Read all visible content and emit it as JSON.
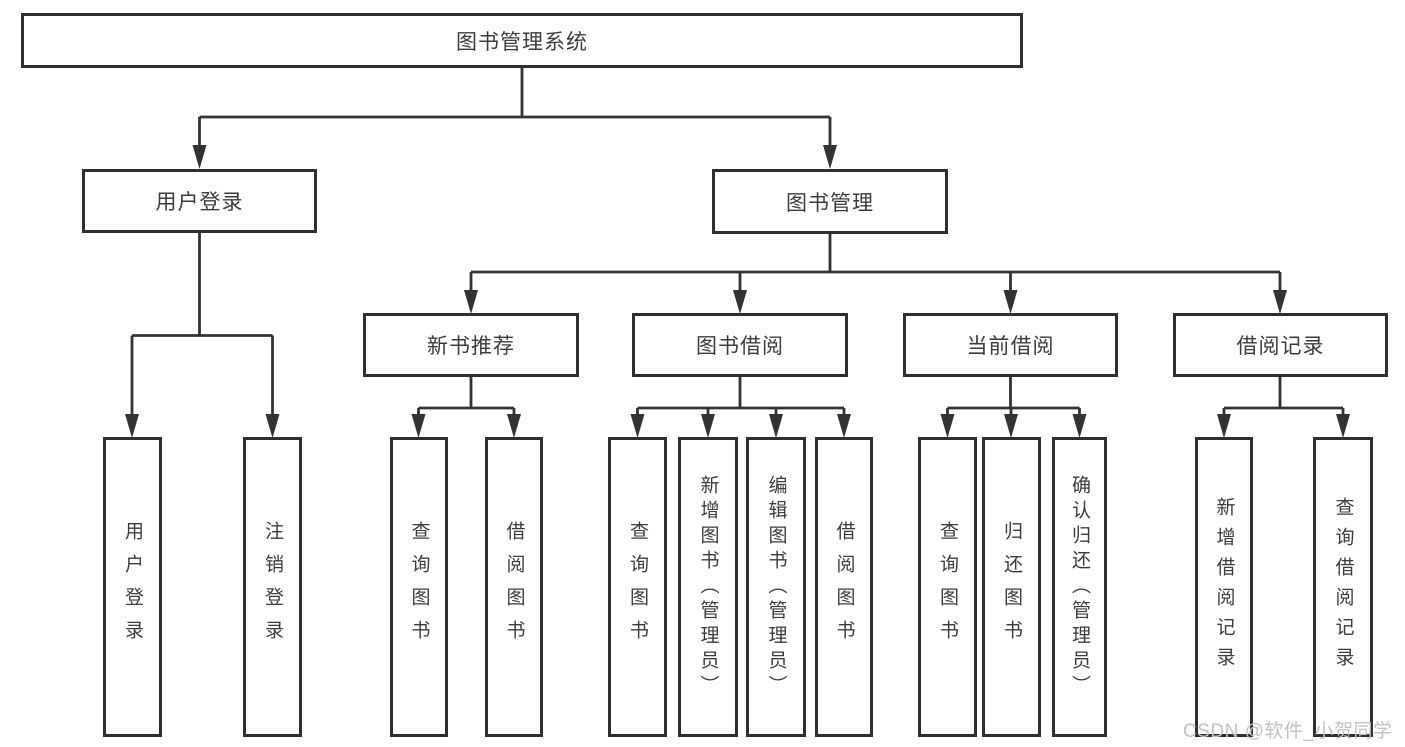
{
  "diagram": {
    "root": {
      "label": "图书管理系统"
    },
    "level2": [
      {
        "label": "用户登录"
      },
      {
        "label": "图书管理"
      }
    ],
    "level3": [
      {
        "label": "新书推荐"
      },
      {
        "label": "图书借阅"
      },
      {
        "label": "当前借阅"
      },
      {
        "label": "借阅记录"
      }
    ],
    "level4": [
      {
        "label": "用户登录"
      },
      {
        "label": "注销登录"
      },
      {
        "label": "查询图书"
      },
      {
        "label": "借阅图书"
      },
      {
        "label": "查询图书"
      },
      {
        "label": "新增图书（管理员）"
      },
      {
        "label": "编辑图书（管理员）"
      },
      {
        "label": "借阅图书"
      },
      {
        "label": "查询图书"
      },
      {
        "label": "归还图书"
      },
      {
        "label": "确认归还（管理员）"
      },
      {
        "label": "新增借阅记录"
      },
      {
        "label": "查询借阅记录"
      }
    ]
  },
  "watermark": {
    "text": "CSDN @软件_小贺同学"
  },
  "colors": {
    "line": "#333333",
    "box_border": "#2f2f2f",
    "text": "#3c3c3c",
    "watermark": "#c2c2c2",
    "background": "#ffffff"
  }
}
